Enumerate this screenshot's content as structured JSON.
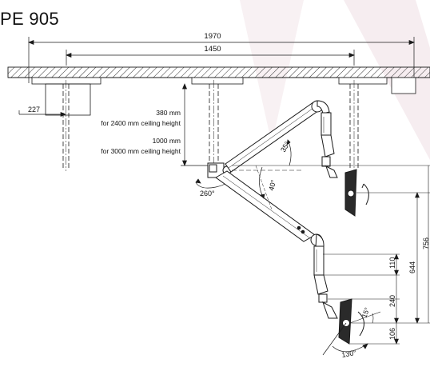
{
  "title": "PE 905",
  "dimensions": {
    "overall_width": "1970",
    "inner_width": "1450",
    "left_offset": "227",
    "note_380_value": "380 mm",
    "note_380_desc": "for 2400 mm ceiling height",
    "note_1000_value": "1000 mm",
    "note_1000_desc": "for 3000 mm ceiling height",
    "rotation_260": "260°",
    "angle_35": "35°",
    "angle_40": "40°",
    "dim_110": "110",
    "dim_644": "644",
    "dim_756": "756",
    "dim_240": "240",
    "dim_106": "106",
    "angle_15": "15°",
    "rotation_130": "130°"
  },
  "colors": {
    "line": "#1a1a1a",
    "watermark": "#f7eef0"
  }
}
